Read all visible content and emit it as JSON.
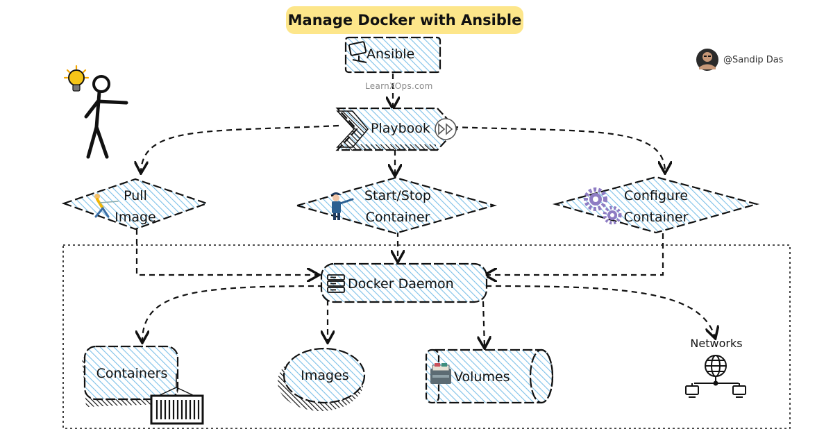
{
  "title": "Manage Docker with Ansible",
  "author": "@Sandip Das",
  "watermark": "LearnXOps.com",
  "nodes": {
    "ansible": "Ansible",
    "playbook": "Playbook",
    "pull_image": [
      "Pull",
      "Image"
    ],
    "start_stop": [
      "Start/Stop",
      "Container"
    ],
    "configure": [
      "Configure",
      "Container"
    ],
    "docker_daemon": "Docker Daemon",
    "containers": "Containers",
    "images": "Images",
    "volumes": "Volumes",
    "networks": "Networks"
  },
  "icons": {
    "ansible": "monitor-icon",
    "playbook": "play-icon",
    "pull_image": "person-pulling-icon",
    "start_stop": "worker-icon",
    "configure": "gears-icon",
    "docker_daemon": "server-icon",
    "containers": "shipping-container-icon",
    "volumes": "storage-icon",
    "networks": "globe-network-icon",
    "stick_figure": "stick-figure-icon",
    "lightbulb": "lightbulb-icon",
    "avatar": "avatar-icon"
  },
  "colors": {
    "title_bg": "#fde68a",
    "hatch": "#7cc0e8",
    "stroke": "#111111",
    "gear": "#8e7cc3"
  }
}
